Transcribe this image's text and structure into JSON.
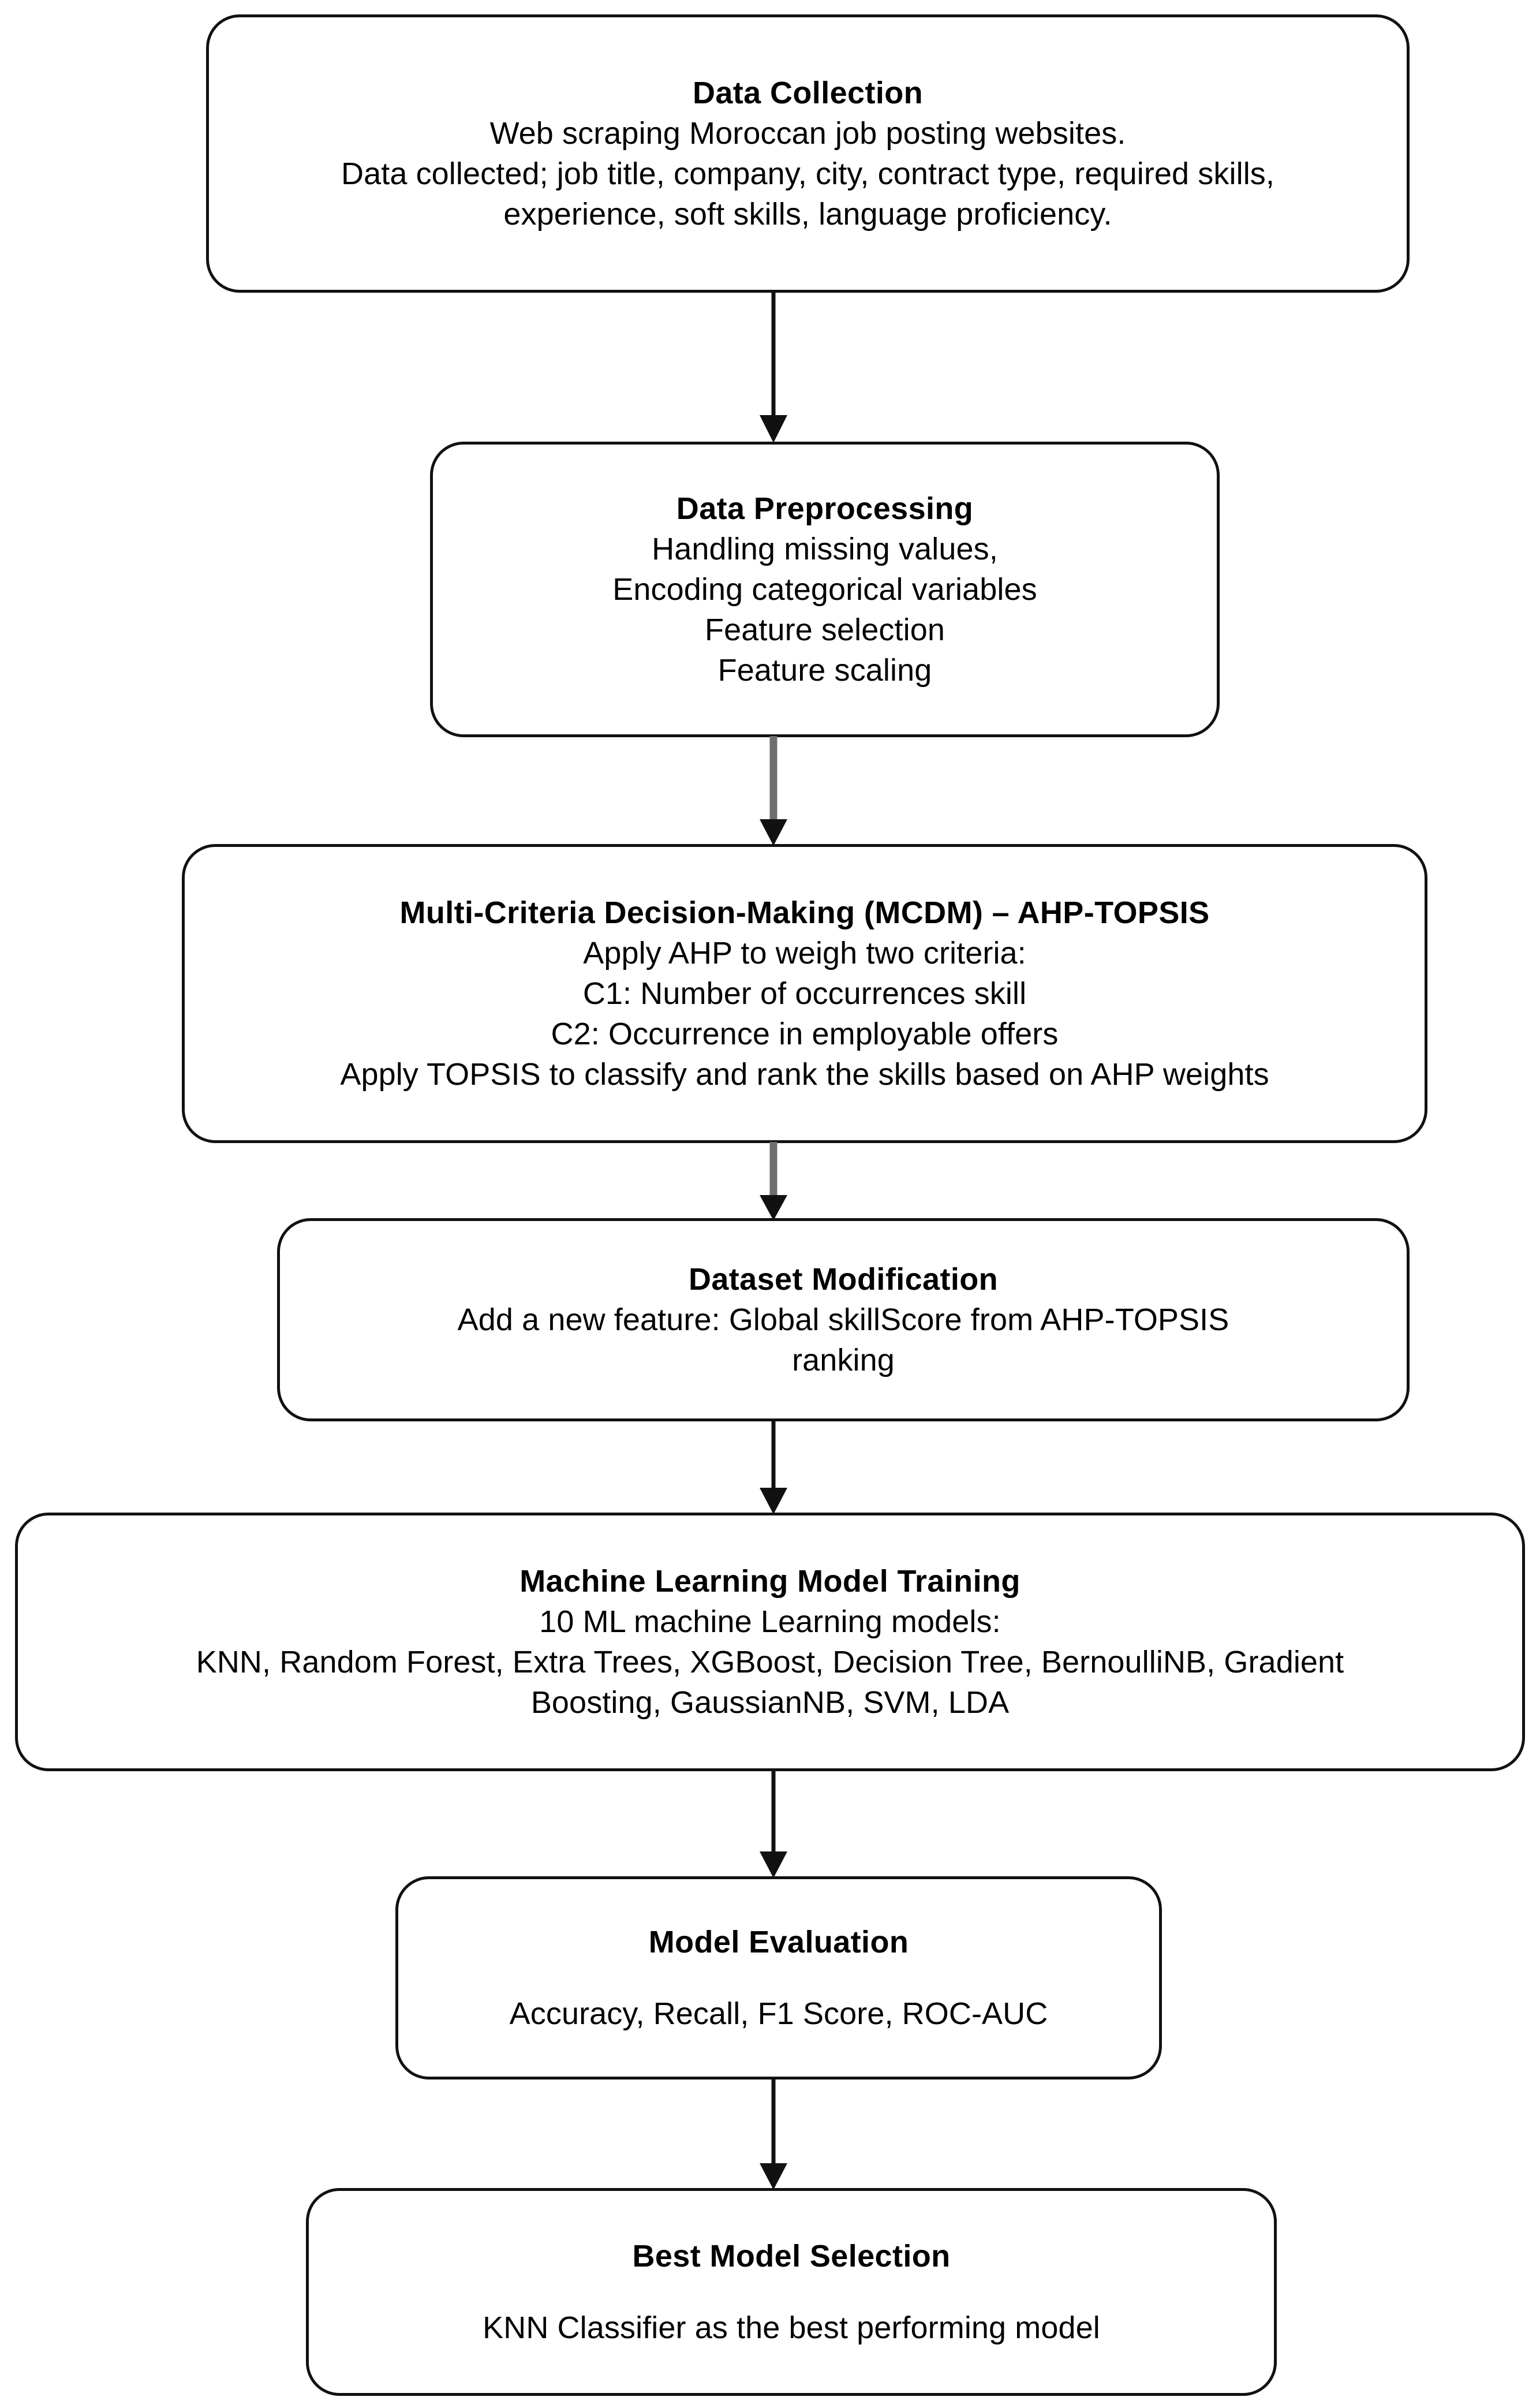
{
  "diagram": {
    "type": "flowchart",
    "orientation": "top-to-bottom",
    "background_color": "#ffffff",
    "box_border_color": "#111111",
    "connector_colors": {
      "black": "#111111",
      "gray": "#6e6e6e"
    }
  },
  "nodes": [
    {
      "id": "data-collection",
      "title": "Data Collection",
      "lines": [
        "Web scraping Moroccan job posting websites.",
        "Data collected; job title, company, city, contract type, required skills,",
        "experience, soft skills, language proficiency."
      ]
    },
    {
      "id": "data-preprocessing",
      "title": "Data Preprocessing",
      "lines": [
        "Handling missing values,",
        "Encoding categorical variables",
        "Feature selection",
        "Feature scaling"
      ]
    },
    {
      "id": "mcdm",
      "title": "Multi-Criteria Decision-Making (MCDM) – AHP-TOPSIS",
      "lines": [
        "Apply AHP to weigh two criteria:",
        "C1: Number of occurrences skill",
        "C2: Occurrence in employable offers",
        "Apply TOPSIS to classify and rank the skills based on AHP weights"
      ]
    },
    {
      "id": "dataset-modification",
      "title": "Dataset Modification",
      "lines": [
        "Add a new feature: Global skillScore from AHP-TOPSIS",
        "ranking"
      ]
    },
    {
      "id": "ml-training",
      "title": "Machine Learning Model Training",
      "lines": [
        "10 ML machine Learning models:",
        "KNN, Random Forest, Extra Trees, XGBoost, Decision Tree, BernoulliNB, Gradient",
        "Boosting, GaussianNB, SVM, LDA"
      ]
    },
    {
      "id": "model-evaluation",
      "title": "Model Evaluation",
      "lines": [
        "",
        "Accuracy, Recall, F1 Score, ROC-AUC"
      ]
    },
    {
      "id": "best-model",
      "title": "Best Model Selection",
      "lines": [
        "",
        "KNN Classifier as the best performing model"
      ]
    }
  ],
  "connectors": [
    {
      "id": "conn-1",
      "from": "data-collection",
      "to": "data-preprocessing",
      "color": "#111111",
      "style": "arrow-down"
    },
    {
      "id": "conn-2",
      "from": "data-preprocessing",
      "to": "mcdm",
      "color": "#6e6e6e",
      "style": "arrow-down"
    },
    {
      "id": "conn-3",
      "from": "mcdm",
      "to": "dataset-modification",
      "color": "#6e6e6e",
      "style": "arrow-down"
    },
    {
      "id": "conn-4",
      "from": "dataset-modification",
      "to": "ml-training",
      "color": "#111111",
      "style": "arrow-down"
    },
    {
      "id": "conn-5",
      "from": "ml-training",
      "to": "model-evaluation",
      "color": "#111111",
      "style": "arrow-down"
    },
    {
      "id": "conn-6",
      "from": "model-evaluation",
      "to": "best-model",
      "color": "#111111",
      "style": "arrow-down"
    }
  ]
}
